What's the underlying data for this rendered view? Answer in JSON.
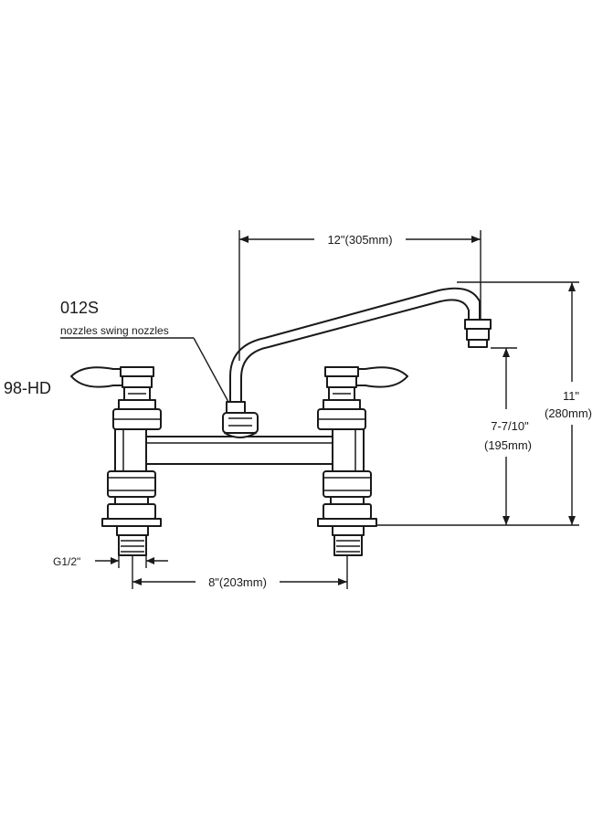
{
  "labels": {
    "model_spout": "012S",
    "spout_note": "nozzles swing nozzles",
    "model_handle": "98-HD",
    "thread": "G1/2\"",
    "center_spacing": "8\"(203mm)",
    "spout_reach": "12\"(305mm)",
    "outlet_height_in": "7-7/10\"",
    "outlet_height_mm": "(195mm)",
    "total_height_in": "11\"",
    "total_height_mm": "(280mm)"
  },
  "colors": {
    "line": "#1a1a1a",
    "background": "#ffffff"
  }
}
